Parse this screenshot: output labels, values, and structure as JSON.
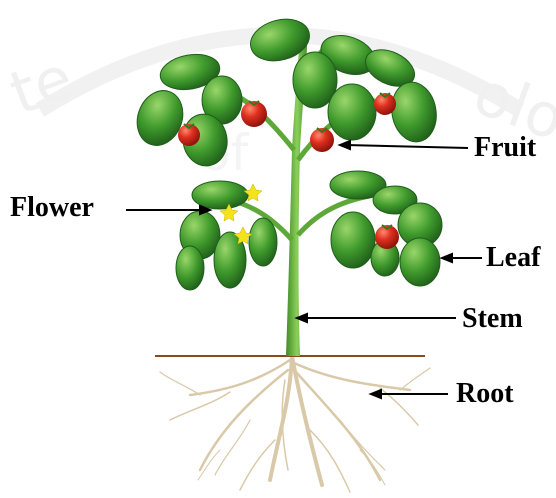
{
  "labels": {
    "fruit": "Fruit",
    "flower": "Flower",
    "leaf": "Leaf",
    "stem": "Stem",
    "root": "Root"
  },
  "watermark": "...te of ... olog...",
  "colors": {
    "leaf": "#3f9a2c",
    "leaf_highlight": "#8fd05e",
    "leaf_shadow": "#1f5e1a",
    "stem": "#5ea83a",
    "fruit": "#d9281c",
    "flower": "#f4e21b",
    "root": "#d9c9a8",
    "ground_line": "#8b4a1c",
    "pointer": "#000000",
    "watermark": "#e6e6e6"
  }
}
